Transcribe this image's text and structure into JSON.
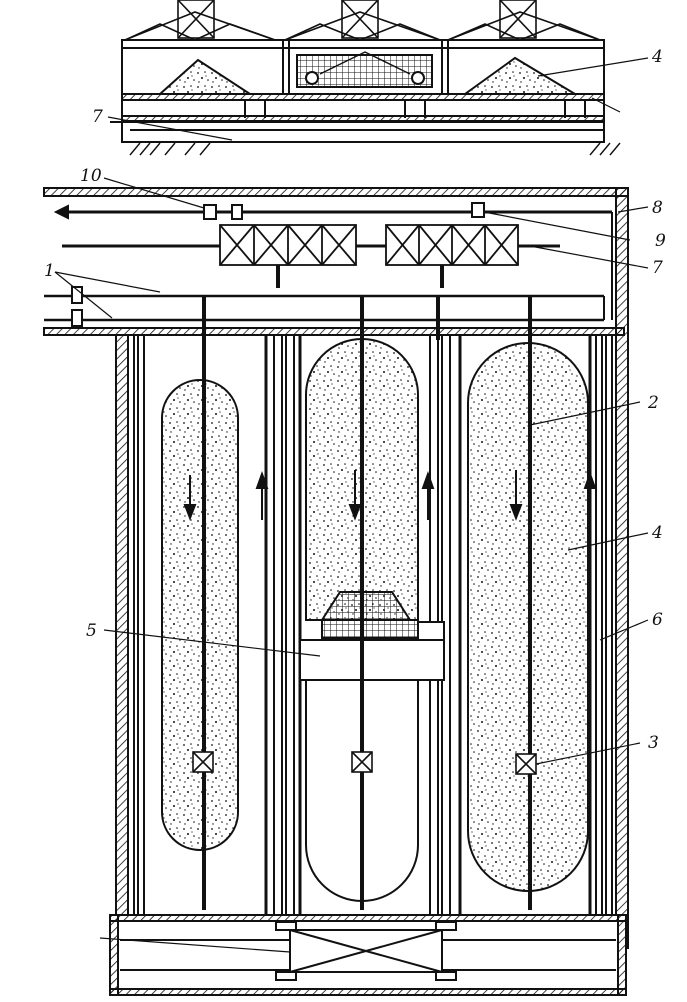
{
  "labels": {
    "l1": "1",
    "l2": "2",
    "l3": "3",
    "l4_top": "4",
    "l4_main": "4",
    "l5": "5",
    "l6": "6",
    "l7_top": "7",
    "l7_main": "7",
    "l8": "8",
    "l9": "9",
    "l10": "10"
  },
  "colors": {
    "ink": "#111111",
    "paper": "#ffffff"
  }
}
